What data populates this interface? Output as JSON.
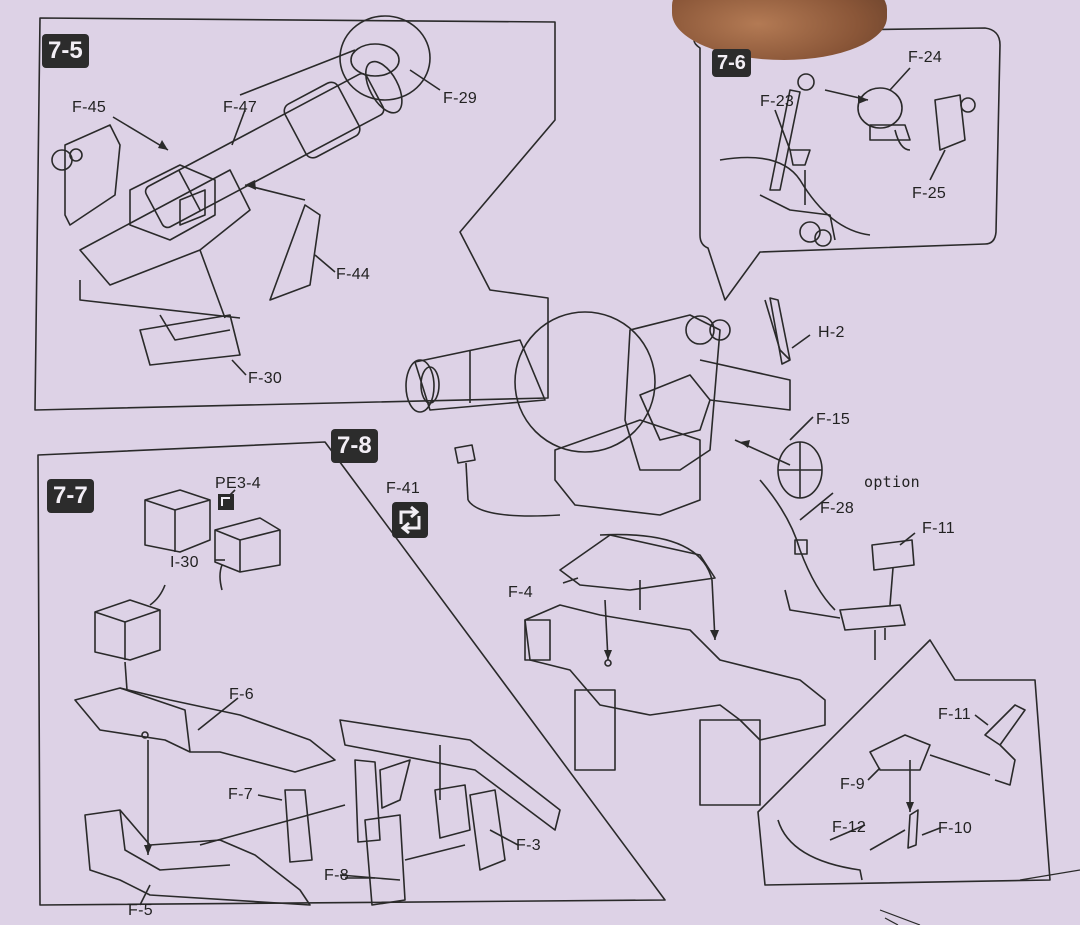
{
  "steps": {
    "s75": "7-5",
    "s76": "7-6",
    "s77": "7-7",
    "s78": "7-8"
  },
  "parts": {
    "f45": "F-45",
    "f47": "F-47",
    "f29": "F-29",
    "f44": "F-44",
    "f30": "F-30",
    "f24": "F-24",
    "f23": "F-23",
    "f25": "F-25",
    "h2": "H-2",
    "f15": "F-15",
    "option": "option",
    "f28": "F-28",
    "f11a": "F-11",
    "f41": "F-41",
    "f4": "F-4",
    "pe34": "PE3-4",
    "i30": "I-30",
    "f6": "F-6",
    "f7": "F-7",
    "f3": "F-3",
    "f8": "F-8",
    "f5": "F-5",
    "f11b": "F-11",
    "f9": "F-9",
    "f12": "F-12",
    "f10": "F-10"
  }
}
